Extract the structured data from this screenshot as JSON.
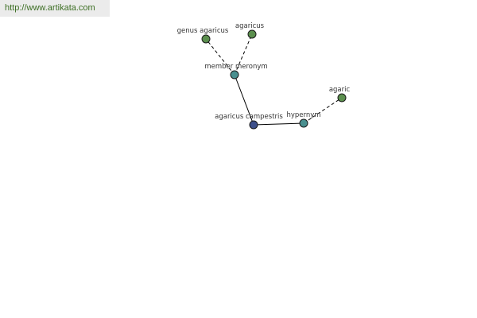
{
  "header": {
    "url": "http://www.artikata.com"
  },
  "graph": {
    "nodes": [
      {
        "id": "genus-agaricus",
        "label": "genus agaricus",
        "color": "#5b8f4e",
        "kind": "leaf"
      },
      {
        "id": "agaricus",
        "label": "agaricus",
        "color": "#5b8f4e",
        "kind": "leaf"
      },
      {
        "id": "member-meronym",
        "label": "member meronym",
        "color": "#4a9090",
        "kind": "relation"
      },
      {
        "id": "agaricus-campestris",
        "label": "agaricus campestris",
        "color": "#3d4f8a",
        "kind": "root"
      },
      {
        "id": "hypernym",
        "label": "hypernym",
        "color": "#4a9090",
        "kind": "relation"
      },
      {
        "id": "agaric",
        "label": "agaric",
        "color": "#5b8f4e",
        "kind": "leaf"
      }
    ],
    "edges": [
      {
        "from": "agaricus-campestris",
        "to": "member-meronym",
        "style": "solid"
      },
      {
        "from": "agaricus-campestris",
        "to": "hypernym",
        "style": "solid"
      },
      {
        "from": "member-meronym",
        "to": "genus-agaricus",
        "style": "dashed"
      },
      {
        "from": "member-meronym",
        "to": "agaricus",
        "style": "dashed"
      },
      {
        "from": "hypernym",
        "to": "agaric",
        "style": "dashed"
      }
    ]
  }
}
